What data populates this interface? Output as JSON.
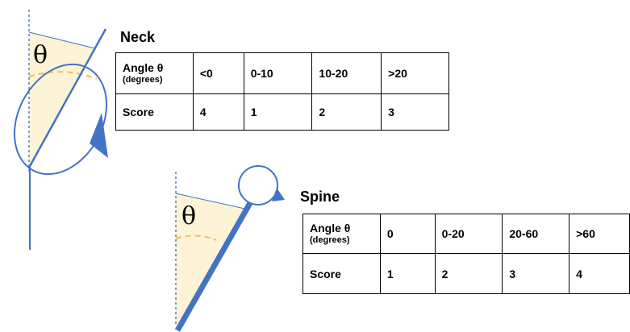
{
  "neck": {
    "title": "Neck",
    "angle_header": "Angle θ",
    "units_label": "(degrees)",
    "ranges": [
      "<0",
      "0-10",
      "10-20",
      ">20"
    ],
    "score_label": "Score",
    "scores": [
      "4",
      "1",
      "2",
      "3"
    ]
  },
  "spine": {
    "title": "Spine",
    "angle_header": "Angle θ",
    "units_label": "(degrees)",
    "ranges": [
      "0",
      "0-20",
      "20-60",
      ">60"
    ],
    "score_label": "Score",
    "scores": [
      "1",
      "2",
      "3",
      "4"
    ]
  },
  "diagram": {
    "angle_symbol": "θ",
    "colors": {
      "line_blue": "#4472c4",
      "dashed_reference": "#5b7fc4",
      "angle_fill": "#fdf3d6",
      "angle_arc": "#f2c14e"
    }
  }
}
